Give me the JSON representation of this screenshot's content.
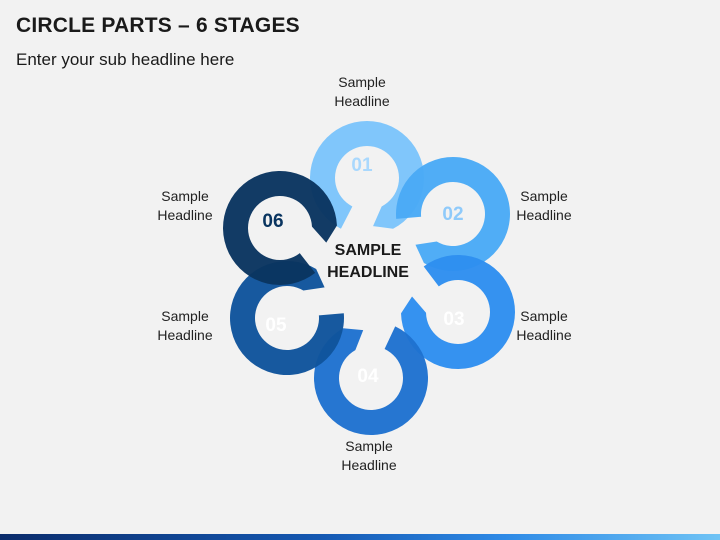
{
  "title": "CIRCLE PARTS – 6 STAGES",
  "subtitle": "Enter your sub headline here",
  "center": {
    "line1": "SAMPLE",
    "line2": "HEADLINE"
  },
  "stages": [
    {
      "number": "01",
      "line1": "Sample",
      "line2": "Headline",
      "color": "#7cc4fb"
    },
    {
      "number": "02",
      "line1": "Sample",
      "line2": "Headline",
      "color": "#4aaaf6"
    },
    {
      "number": "03",
      "line1": "Sample",
      "line2": "Headline",
      "color": "#2e8ef0"
    },
    {
      "number": "04",
      "line1": "Sample",
      "line2": "Headline",
      "color": "#1f72d0"
    },
    {
      "number": "05",
      "line1": "Sample",
      "line2": "Headline",
      "color": "#10549c"
    },
    {
      "number": "06",
      "line1": "Sample",
      "line2": "Headline",
      "color": "#0a3560"
    }
  ]
}
